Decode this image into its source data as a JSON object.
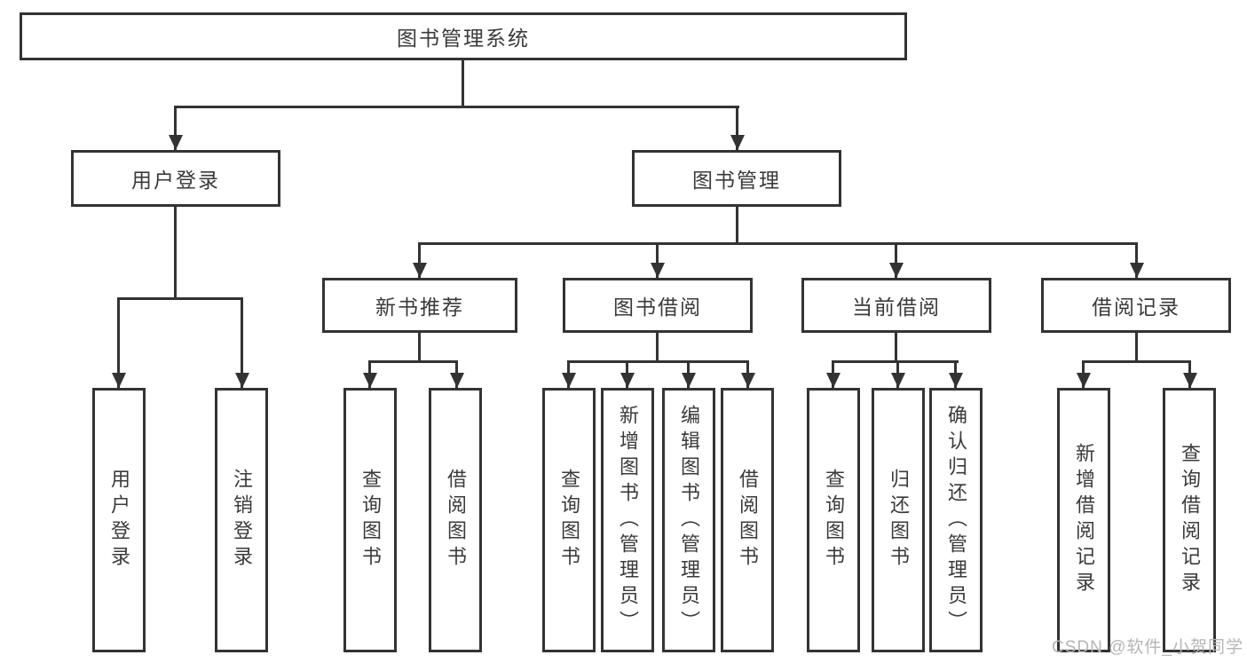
{
  "diagram": {
    "root": {
      "label": "图书管理系统"
    },
    "level2": [
      {
        "label": "用户登录"
      },
      {
        "label": "图书管理"
      }
    ],
    "level3": [
      {
        "label": "新书推荐"
      },
      {
        "label": "图书借阅"
      },
      {
        "label": "当前借阅"
      },
      {
        "label": "借阅记录"
      }
    ],
    "leaves": {
      "user_login": [
        "用户登录",
        "注销登录"
      ],
      "new_book": [
        "查询图书",
        "借阅图书"
      ],
      "book_borrow": [
        "查询图书",
        "新增图书（管理员）",
        "编辑图书（管理员）",
        "借阅图书"
      ],
      "current_borrow": [
        "查询图书",
        "归还图书",
        "确认归还（管理员）"
      ],
      "borrow_record": [
        "新增借阅记录",
        "查询借阅记录"
      ]
    }
  },
  "watermark": "CSDN @软件_小贺同学",
  "colors": {
    "line": "#333333",
    "text": "#3a3a3a",
    "background": "#ffffff",
    "watermark": "#b5b5b5"
  }
}
